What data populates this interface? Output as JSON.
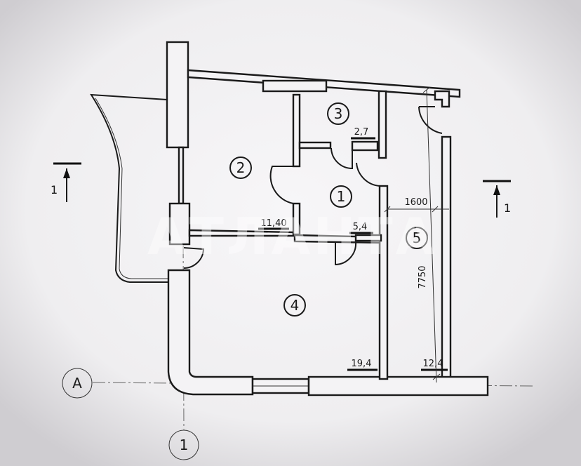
{
  "plan": {
    "rooms": [
      {
        "number": "1",
        "area": "5,4"
      },
      {
        "number": "2",
        "area": "11,40"
      },
      {
        "number": "3",
        "area": "2,7"
      },
      {
        "number": "4",
        "area": "19,4"
      },
      {
        "number": "5",
        "area": "12,4"
      }
    ],
    "dimensions": {
      "width": "1600",
      "length": "7750"
    },
    "section_marks": {
      "left": "1",
      "right": "1"
    },
    "axes": {
      "horizontal": "A",
      "vertical": "1"
    },
    "watermark": "АТЛАНТА"
  }
}
